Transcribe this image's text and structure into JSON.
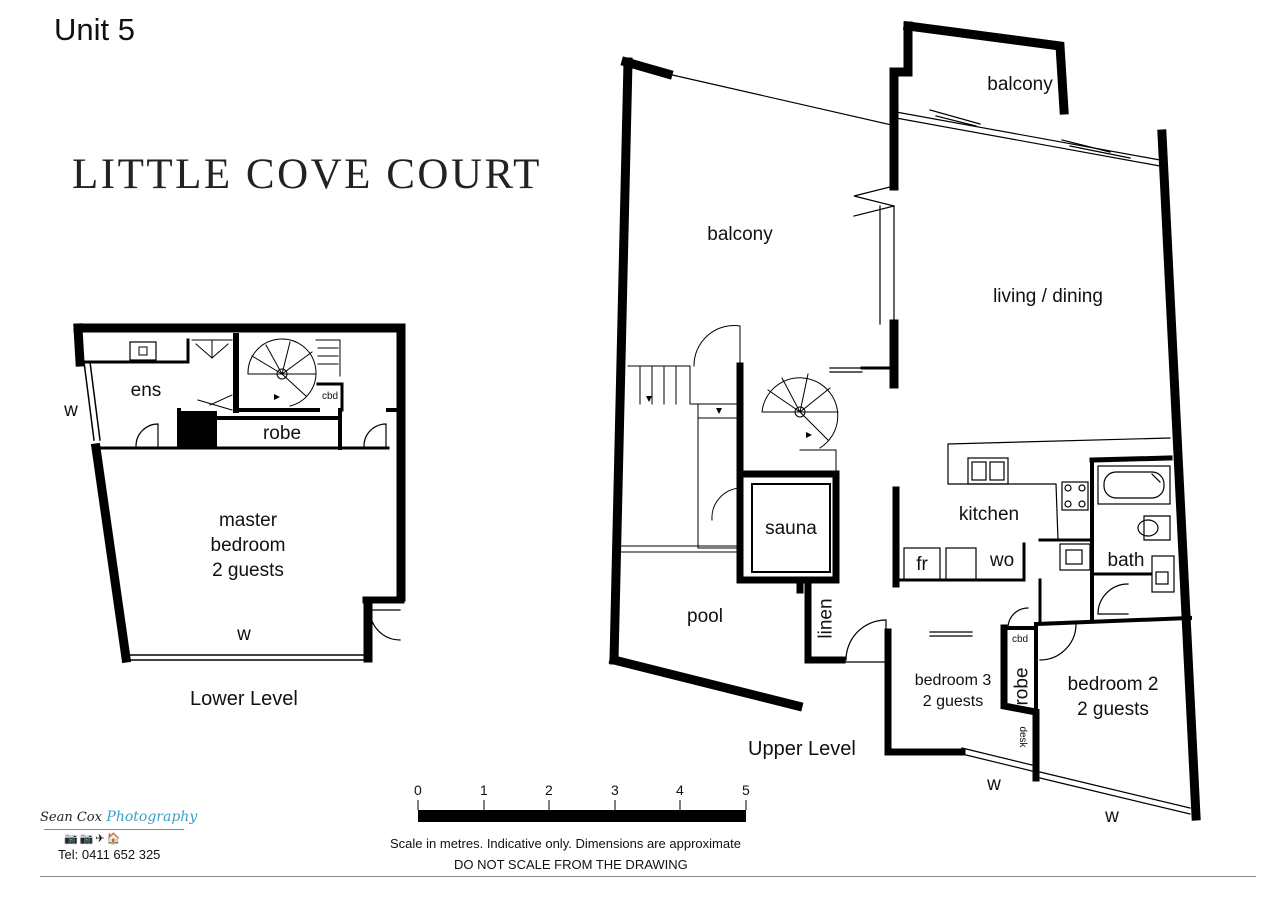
{
  "header": {
    "unit": "Unit 5",
    "brand": "LITTLE COVE COURT"
  },
  "lower_level": {
    "label": "Lower Level",
    "rooms": {
      "ensuite": "ens",
      "cupboard": "cbd",
      "robe": "robe",
      "master_line1": "master",
      "master_line2": "bedroom",
      "master_line3": "2 guests",
      "window_left": "w",
      "window_bottom": "w"
    }
  },
  "upper_level": {
    "label": "Upper Level",
    "rooms": {
      "balcony_top": "balcony",
      "balcony_main": "balcony",
      "living": "living / dining",
      "kitchen": "kitchen",
      "fridge": "fr",
      "wall_oven": "wo",
      "bath": "bath",
      "sauna": "sauna",
      "pool": "pool",
      "linen": "linen",
      "cupboard": "cbd",
      "robe": "robe",
      "desk": "desk",
      "bed3_line1": "bedroom 3",
      "bed3_line2": "2 guests",
      "bed2_line1": "bedroom 2",
      "bed2_line2": "2 guests",
      "window_bed3": "w",
      "window_bed2": "w"
    }
  },
  "scale": {
    "ticks": [
      "0",
      "1",
      "2",
      "3",
      "4",
      "5"
    ],
    "note1": "Scale in metres. Indicative only. Dimensions are approximate",
    "note2": "DO NOT SCALE FROM THE DRAWING"
  },
  "logo": {
    "name_part1": "Sean Cox",
    "name_part2": "Photography",
    "icons": "📷📷✈🏠",
    "tel": "Tel: 0411 652 325"
  }
}
